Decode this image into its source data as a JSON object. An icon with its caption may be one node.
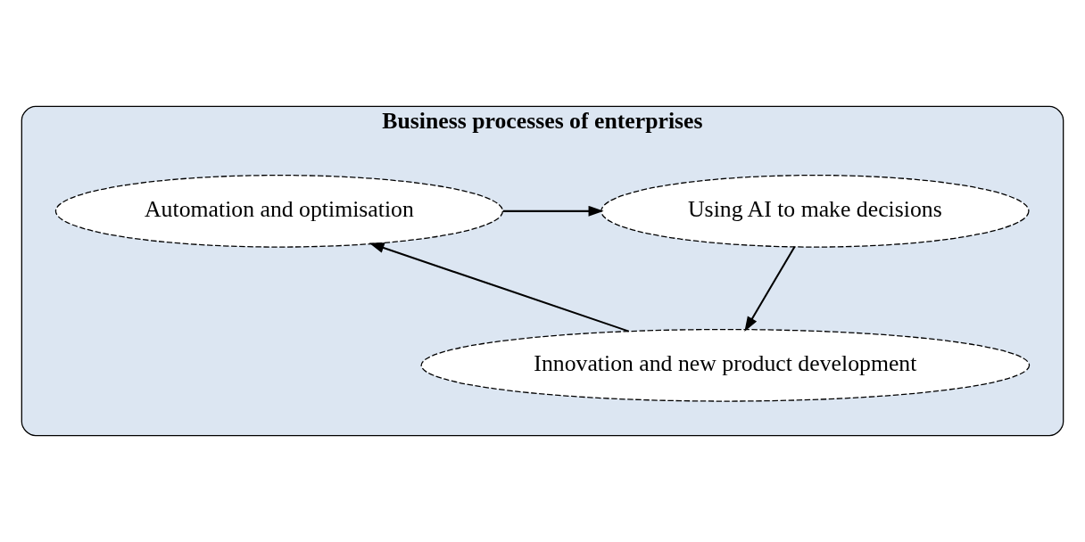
{
  "diagram": {
    "nodes": [
      {
        "text": [
          "Business processes of enterprises"
        ]
      },
      {
        "text": [
          "Automation and optimisation"
        ],
        "in": 0
      },
      {
        "text": [
          "Using AI to make decisions"
        ],
        "in": 0
      },
      {
        "text": [
          "Innovation and new product development"
        ],
        "in": 0
      }
    ],
    "edges": [
      {
        "from": 1,
        "to": 2,
        "arrow": "to"
      },
      {
        "from": 2,
        "to": 3,
        "arrow": "to"
      },
      {
        "from": 3,
        "to": 1,
        "arrow": "to"
      }
    ]
  }
}
